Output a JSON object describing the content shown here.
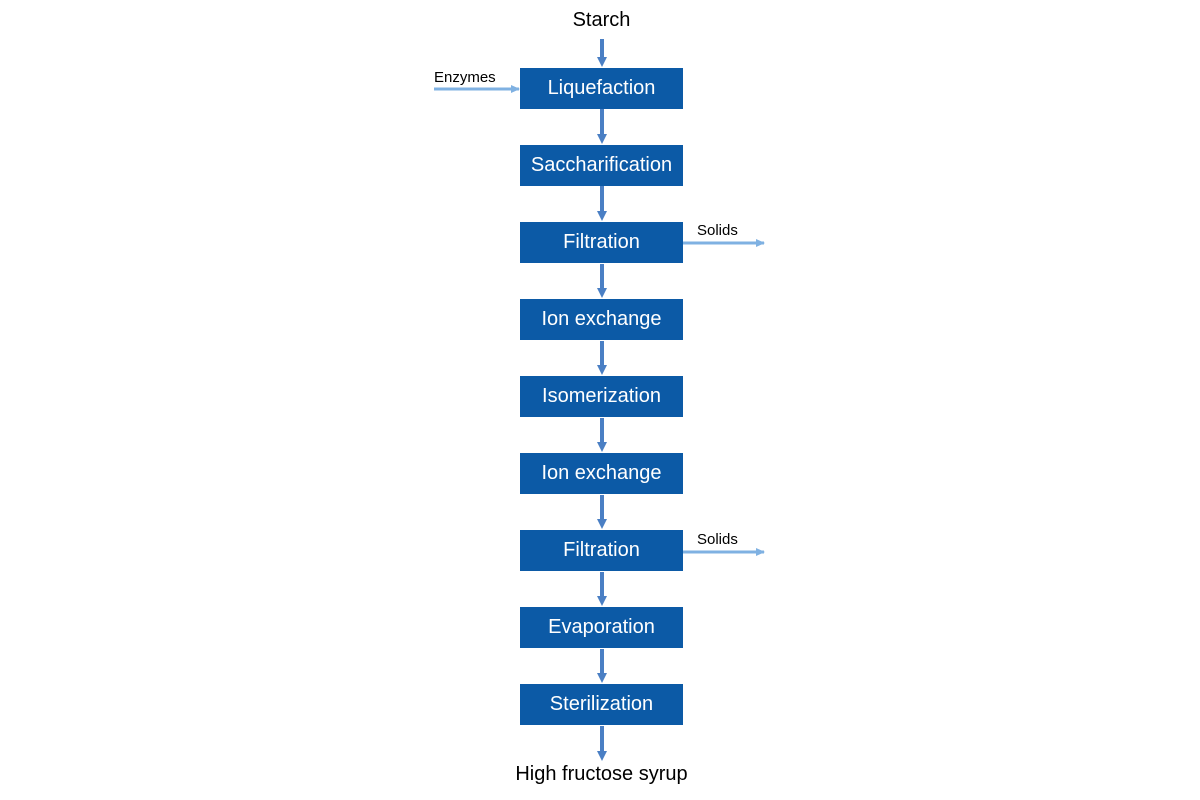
{
  "diagram": {
    "input_label": "Starch",
    "output_label": "High fructose syrup",
    "steps": [
      {
        "label": "Liquefaction"
      },
      {
        "label": "Saccharification"
      },
      {
        "label": "Filtration"
      },
      {
        "label": "Ion exchange"
      },
      {
        "label": "Isomerization"
      },
      {
        "label": "Ion exchange"
      },
      {
        "label": "Filtration"
      },
      {
        "label": "Evaporation"
      },
      {
        "label": "Sterilization"
      }
    ],
    "side_inputs": [
      {
        "label": "Enzymes",
        "target_step": 1
      }
    ],
    "side_outputs": [
      {
        "label": "Solids",
        "source_step": 3
      },
      {
        "label": "Solids",
        "source_step": 7
      }
    ]
  },
  "colors": {
    "box_fill": "#0c5aa6",
    "main_arrow": "#4a7fc4",
    "side_arrow": "#7fb1e2"
  }
}
